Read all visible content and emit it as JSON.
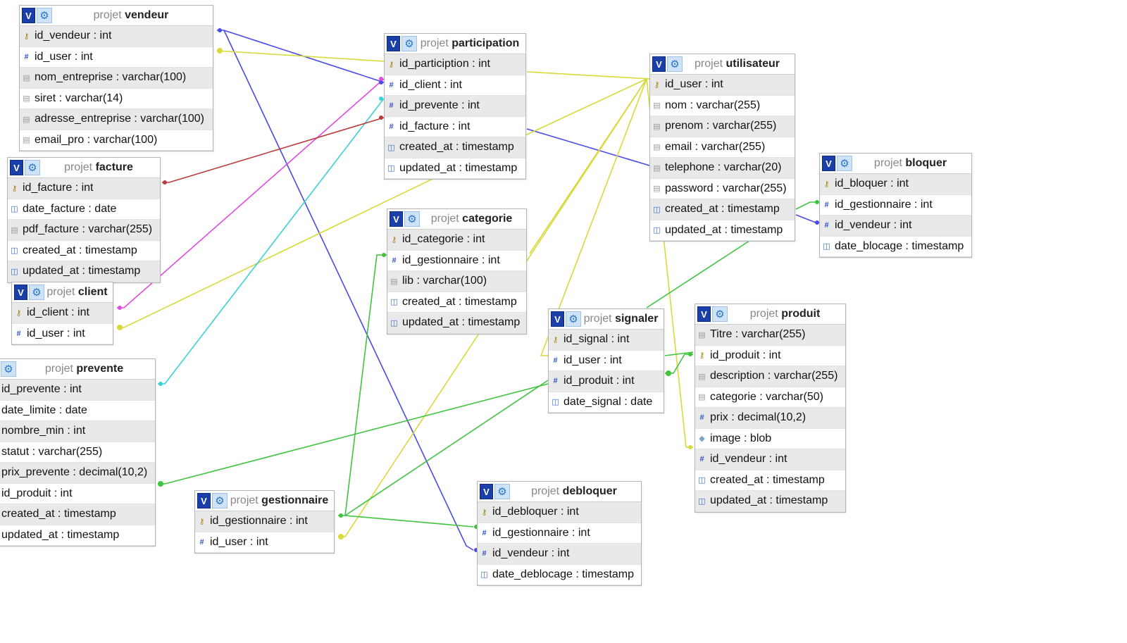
{
  "table_prefix": "projet",
  "colors": {
    "blue": "#4a4ae6",
    "yellow": "#d9d93a",
    "magenta": "#e04ae0",
    "cyan": "#3ad0d8",
    "red": "#b83a3a",
    "green": "#3ec43e"
  },
  "tables": [
    {
      "id": "vendeur",
      "name": "vendeur",
      "columns": [
        {
          "text": "id_vendeur : int",
          "kind": "pk"
        },
        {
          "text": "id_user : int",
          "kind": "fk"
        },
        {
          "text": "nom_entreprise : varchar(100)",
          "kind": "txt"
        },
        {
          "text": "siret : varchar(14)",
          "kind": "txt"
        },
        {
          "text": "adresse_entreprise : varchar(100)",
          "kind": "txt"
        },
        {
          "text": "email_pro : varchar(100)",
          "kind": "txt"
        }
      ]
    },
    {
      "id": "participation",
      "name": "participation",
      "columns": [
        {
          "text": "id_particiption : int",
          "kind": "pk"
        },
        {
          "text": "id_client : int",
          "kind": "fk"
        },
        {
          "text": "id_prevente : int",
          "kind": "fk"
        },
        {
          "text": "id_facture : int",
          "kind": "fk"
        },
        {
          "text": "created_at : timestamp",
          "kind": "time"
        },
        {
          "text": "updated_at : timestamp",
          "kind": "time"
        }
      ]
    },
    {
      "id": "utilisateur",
      "name": "utilisateur",
      "columns": [
        {
          "text": "id_user : int",
          "kind": "pk"
        },
        {
          "text": "nom : varchar(255)",
          "kind": "txt"
        },
        {
          "text": "prenom : varchar(255)",
          "kind": "txt"
        },
        {
          "text": "email : varchar(255)",
          "kind": "txt"
        },
        {
          "text": "telephone : varchar(20)",
          "kind": "txt"
        },
        {
          "text": "password : varchar(255)",
          "kind": "txt"
        },
        {
          "text": "created_at : timestamp",
          "kind": "time"
        },
        {
          "text": "updated_at : timestamp",
          "kind": "time"
        }
      ]
    },
    {
      "id": "bloquer",
      "name": "bloquer",
      "columns": [
        {
          "text": "id_bloquer : int",
          "kind": "pk"
        },
        {
          "text": "id_gestionnaire : int",
          "kind": "fk"
        },
        {
          "text": "id_vendeur : int",
          "kind": "fk"
        },
        {
          "text": "date_blocage : timestamp",
          "kind": "time"
        }
      ]
    },
    {
      "id": "facture",
      "name": "facture",
      "columns": [
        {
          "text": "id_facture : int",
          "kind": "pk"
        },
        {
          "text": "date_facture : date",
          "kind": "time"
        },
        {
          "text": "pdf_facture : varchar(255)",
          "kind": "txt"
        },
        {
          "text": "created_at : timestamp",
          "kind": "time"
        },
        {
          "text": "updated_at : timestamp",
          "kind": "time"
        }
      ]
    },
    {
      "id": "categorie",
      "name": "categorie",
      "columns": [
        {
          "text": "id_categorie : int",
          "kind": "pk"
        },
        {
          "text": "id_gestionnaire : int",
          "kind": "fk"
        },
        {
          "text": "lib : varchar(100)",
          "kind": "txt"
        },
        {
          "text": "created_at : timestamp",
          "kind": "time"
        },
        {
          "text": "updated_at : timestamp",
          "kind": "time"
        }
      ]
    },
    {
      "id": "client",
      "name": "client",
      "columns": [
        {
          "text": "id_client : int",
          "kind": "pk"
        },
        {
          "text": "id_user : int",
          "kind": "fk"
        }
      ]
    },
    {
      "id": "signaler",
      "name": "signaler",
      "columns": [
        {
          "text": "id_signal : int",
          "kind": "pk"
        },
        {
          "text": "id_user : int",
          "kind": "fk"
        },
        {
          "text": "id_produit : int",
          "kind": "fk"
        },
        {
          "text": "date_signal : date",
          "kind": "time"
        }
      ]
    },
    {
      "id": "produit",
      "name": "produit",
      "columns": [
        {
          "text": "Titre : varchar(255)",
          "kind": "txt"
        },
        {
          "text": "id_produit : int",
          "kind": "pk"
        },
        {
          "text": "description : varchar(255)",
          "kind": "txt"
        },
        {
          "text": "categorie : varchar(50)",
          "kind": "txt"
        },
        {
          "text": "prix : decimal(10,2)",
          "kind": "fk"
        },
        {
          "text": "image : blob",
          "kind": "blob"
        },
        {
          "text": "id_vendeur : int",
          "kind": "fk"
        },
        {
          "text": "created_at : timestamp",
          "kind": "time"
        },
        {
          "text": "updated_at : timestamp",
          "kind": "time"
        }
      ]
    },
    {
      "id": "prevente",
      "name": "prevente",
      "columns": [
        {
          "text": "id_prevente : int",
          "kind": "none"
        },
        {
          "text": "date_limite : date",
          "kind": "none"
        },
        {
          "text": "nombre_min : int",
          "kind": "none"
        },
        {
          "text": "statut : varchar(255)",
          "kind": "none"
        },
        {
          "text": "prix_prevente : decimal(10,2)",
          "kind": "none"
        },
        {
          "text": "id_produit : int",
          "kind": "none"
        },
        {
          "text": "created_at : timestamp",
          "kind": "none"
        },
        {
          "text": "updated_at : timestamp",
          "kind": "none"
        }
      ]
    },
    {
      "id": "gestionnaire",
      "name": "gestionnaire",
      "columns": [
        {
          "text": "id_gestionnaire : int",
          "kind": "pk"
        },
        {
          "text": "id_user : int",
          "kind": "fk"
        }
      ]
    },
    {
      "id": "debloquer",
      "name": "debloquer",
      "columns": [
        {
          "text": "id_debloquer : int",
          "kind": "pk"
        },
        {
          "text": "id_gestionnaire : int",
          "kind": "fk"
        },
        {
          "text": "id_vendeur : int",
          "kind": "fk"
        },
        {
          "text": "date_deblocage : timestamp",
          "kind": "time"
        }
      ]
    }
  ]
}
